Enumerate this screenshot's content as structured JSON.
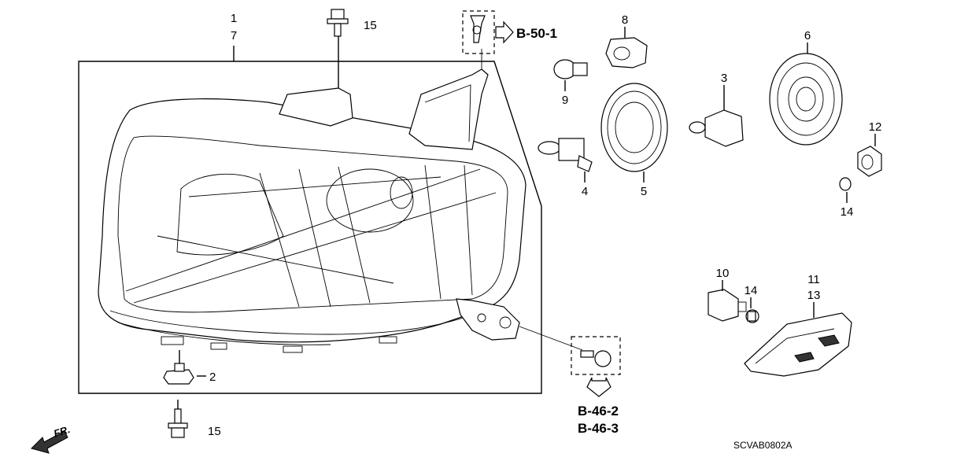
{
  "callouts": {
    "c1": "1",
    "c7": "7",
    "c15_top": "15",
    "c8": "8",
    "c6": "6",
    "c9": "9",
    "c3": "3",
    "c4": "4",
    "c5": "5",
    "c12": "12",
    "c14_right": "14",
    "c10": "10",
    "c14_mid": "14",
    "c11": "11",
    "c13": "13",
    "c2": "2",
    "c15_bottom": "15"
  },
  "references": {
    "b50": "B-50-1",
    "b46_2": "B-46-2",
    "b46_3": "B-46-3"
  },
  "direction_label": "FR.",
  "diagram_code": "SCVAB0802A"
}
